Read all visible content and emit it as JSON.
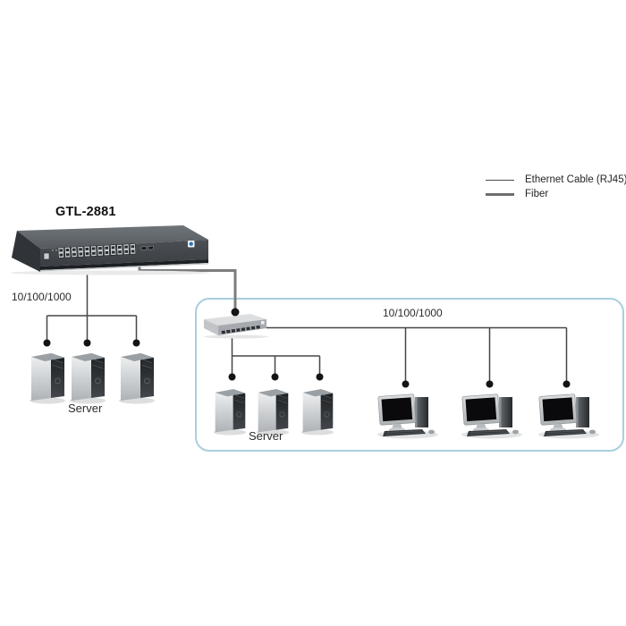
{
  "diagram": {
    "core_switch_label": "GTL-2881",
    "legend": [
      {
        "label": "Ethernet Cable (RJ45)",
        "style": "thin"
      },
      {
        "label": "Fiber",
        "style": "thick"
      }
    ],
    "left_group": {
      "speed": "10/100/1000",
      "device_label": "Server",
      "count": 3
    },
    "lan_group": {
      "server_cluster": {
        "device_label": "Server",
        "count": 3
      },
      "pc_cluster": {
        "speed": "10/100/1000",
        "count": 3
      }
    },
    "icons": {
      "core_switch": "24-port-rackmount-switch-image",
      "edge_switch": "8-port-desktop-switch-image",
      "server": "server-tower-image",
      "pc": "desktop-computer-image"
    },
    "colors": {
      "ethernet_line": "#474747",
      "fiber_line": "#7d7d7d",
      "node_dot": "#141414",
      "lan_box_border": "#a9cede",
      "background": "#ffffff"
    }
  }
}
